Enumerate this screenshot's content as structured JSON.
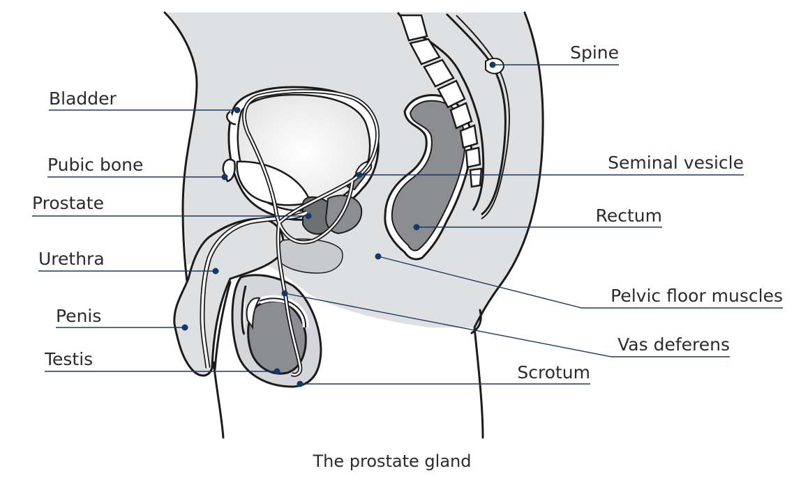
{
  "diagram": {
    "caption": "The prostate gland",
    "labels": {
      "bladder": "Bladder",
      "pubic_bone": "Pubic bone",
      "prostate": "Prostate",
      "urethra": "Urethra",
      "penis": "Penis",
      "testis": "Testis",
      "spine": "Spine",
      "seminal_vesicle": "Seminal vesicle",
      "rectum": "Rectum",
      "pelvic_floor_muscles": "Pelvic floor muscles",
      "vas_deferens": "Vas deferens",
      "scrotum": "Scrotum"
    },
    "colors": {
      "tissue": "#dfe0e2",
      "bladder_fill": "#f2f2f2",
      "organ_dark": "#8c8d90",
      "organ_darker": "#6f7073",
      "outline": "#1b1b1b",
      "leader": "#1a3866"
    }
  }
}
